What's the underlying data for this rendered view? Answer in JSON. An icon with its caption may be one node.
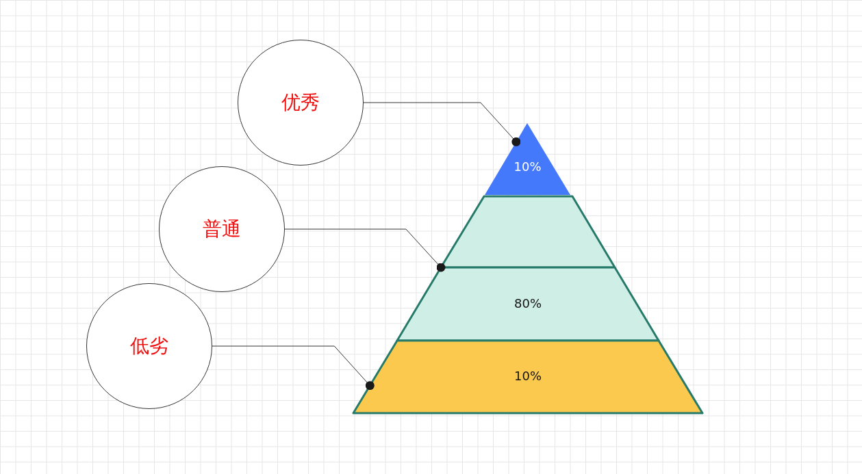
{
  "diagram": {
    "nodes": [
      {
        "text": [
          "优秀"
        ]
      },
      {
        "text": [
          "普通"
        ]
      },
      {
        "text": [
          "低劣"
        ]
      },
      {
        "text": [
          "10%"
        ]
      },
      {
        "text": [],
        "shape": "trapezoid"
      },
      {
        "text": [
          "80%"
        ]
      },
      {
        "text": [
          "10%"
        ]
      }
    ],
    "edges": [
      {
        "from": 0,
        "to": 3,
        "arrow": "other"
      },
      {
        "from": 1,
        "to": 5,
        "arrow": "other"
      },
      {
        "from": 2,
        "to": 6,
        "arrow": "other"
      }
    ]
  }
}
